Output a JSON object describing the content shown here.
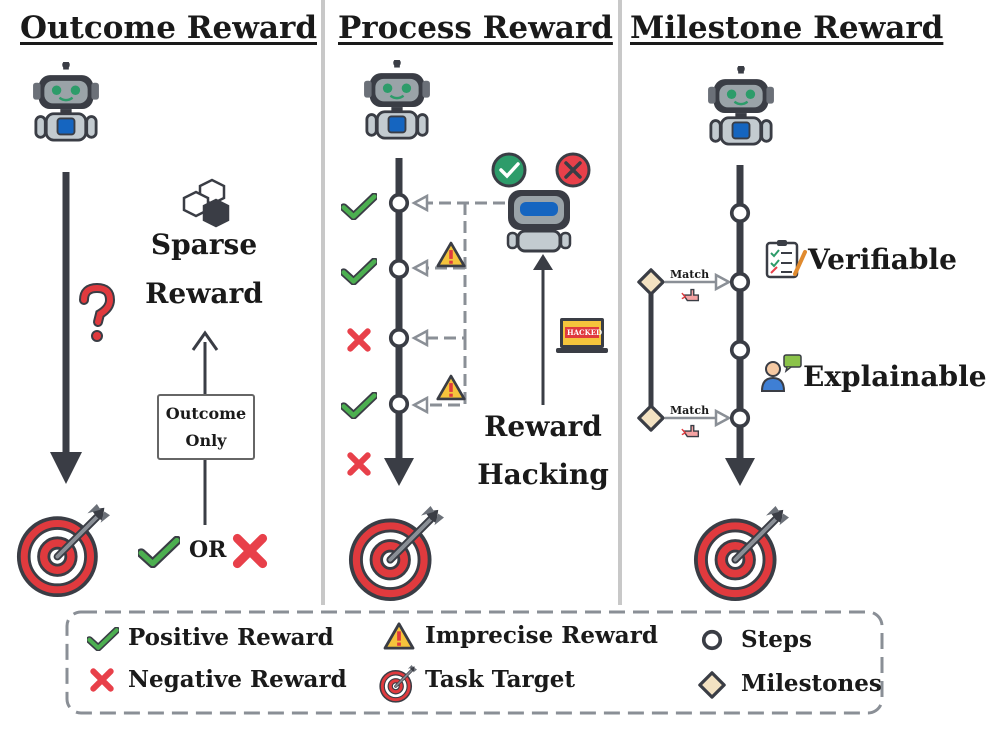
{
  "sections": {
    "outcome": {
      "title": "Outcome Reward",
      "sparse_line1": "Sparse",
      "sparse_line2": "Reward",
      "outcome_only_line1": "Outcome",
      "outcome_only_line2": "Only",
      "or_label": "OR"
    },
    "process": {
      "title": "Process Reward",
      "hacked_label": "HACKED",
      "reward_hacking_line1": "Reward",
      "reward_hacking_line2": "Hacking"
    },
    "milestone": {
      "title": "Milestone Reward",
      "match_label_1": "Match",
      "match_label_2": "Match",
      "verifiable": "Verifiable",
      "explainable": "Explainable"
    }
  },
  "legend": {
    "positive": "Positive Reward",
    "negative": "Negative Reward",
    "imprecise": "Imprecise Reward",
    "target": "Task Target",
    "steps": "Steps",
    "milestones": "Milestones"
  },
  "colors": {
    "dark": "#3a3d45",
    "check_green": "#4caf50",
    "cross_red": "#e8404a",
    "warning_yellow": "#f5c43c",
    "target_red": "#e03a3e",
    "milestone_fill": "#f3e2c2",
    "divider": "#c8c8c8",
    "dashed_gray": "#8a8f96"
  },
  "icons": [
    "robot-icon",
    "target-icon",
    "checkmark-icon",
    "cross-icon",
    "warning-icon",
    "question-icon",
    "cubes-icon",
    "hacked-laptop-icon",
    "checklist-icon",
    "explainer-icon",
    "hand-pointer-icon"
  ]
}
